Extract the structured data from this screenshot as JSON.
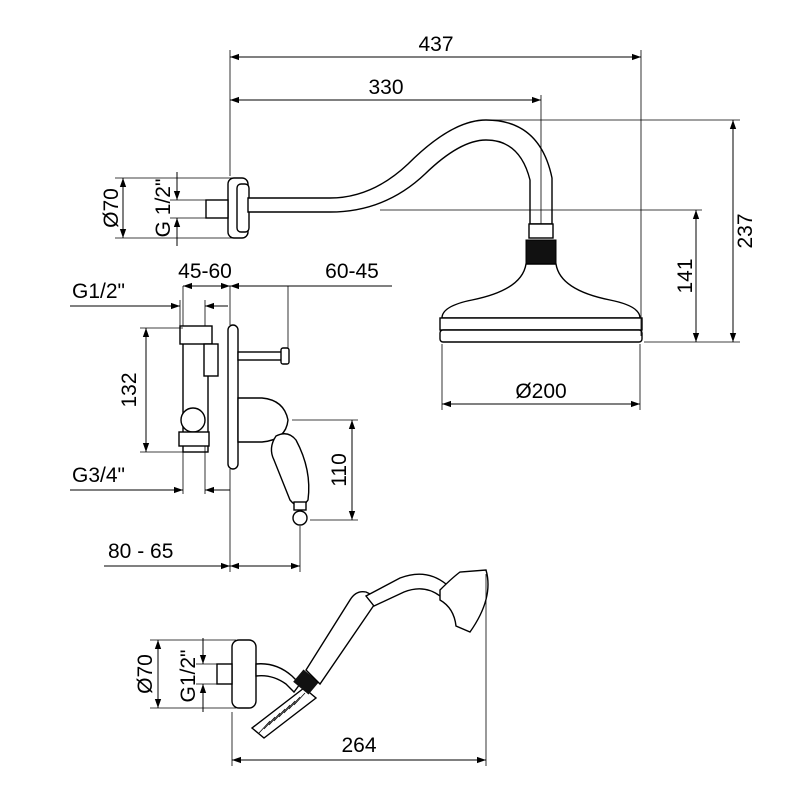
{
  "shower_head": {
    "dim_total_length": "437",
    "dim_arm_reach": "330",
    "dim_head_diameter": "Ø200",
    "dim_total_height": "237",
    "dim_head_drop": "141",
    "dim_wall_flange": "Ø70",
    "dim_thread": "G 1/2\""
  },
  "mixer": {
    "dim_depth_left": "45-60",
    "dim_depth_right": "60-45",
    "dim_inlet_thread": "G1/2\"",
    "dim_body_height": "132",
    "dim_handle_length": "110",
    "dim_outlet_thread": "G3/4\"",
    "dim_wall_depth": "80 - 65"
  },
  "hand_shower": {
    "dim_flange": "Ø70",
    "dim_thread": "G1/2\"",
    "dim_length": "264"
  }
}
